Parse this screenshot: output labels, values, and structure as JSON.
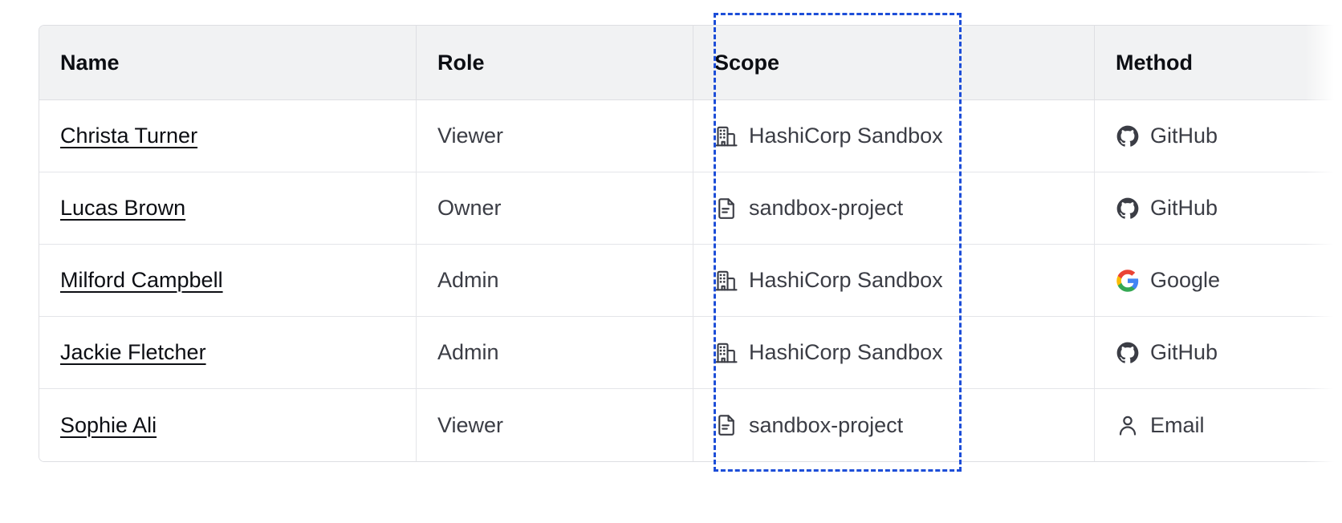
{
  "table": {
    "columns": [
      {
        "key": "name",
        "label": "Name"
      },
      {
        "key": "role",
        "label": "Role"
      },
      {
        "key": "scope",
        "label": "Scope"
      },
      {
        "key": "method",
        "label": "Method"
      }
    ],
    "rows": [
      {
        "name": "Christa Turner",
        "role": "Viewer",
        "scope": "HashiCorp Sandbox",
        "scope_icon": "organization-building-icon",
        "method": "GitHub",
        "method_icon": "github-icon"
      },
      {
        "name": "Lucas Brown",
        "role": "Owner",
        "scope": "sandbox-project",
        "scope_icon": "project-document-icon",
        "method": "GitHub",
        "method_icon": "github-icon"
      },
      {
        "name": "Milford Campbell",
        "role": "Admin",
        "scope": "HashiCorp Sandbox",
        "scope_icon": "organization-building-icon",
        "method": "Google",
        "method_icon": "google-icon"
      },
      {
        "name": "Jackie Fletcher",
        "role": "Admin",
        "scope": "HashiCorp Sandbox",
        "scope_icon": "organization-building-icon",
        "method": "GitHub",
        "method_icon": "github-icon"
      },
      {
        "name": "Sophie Ali",
        "role": "Viewer",
        "scope": "sandbox-project",
        "scope_icon": "project-document-icon",
        "method": "Email",
        "method_icon": "user-person-icon"
      }
    ]
  },
  "selection": {
    "target_column": "Scope",
    "outline_color": "#1d4ed8",
    "style": "dashed"
  },
  "colors": {
    "header_background": "#f1f2f3",
    "row_background": "#ffffff",
    "border": "#dedfe3",
    "row_border": "#e4e5e9",
    "heading_text": "#0c0e13",
    "body_text": "#3b3d45",
    "link_text": "#0c0e13",
    "icon": "#3b3d45",
    "selection_blue": "#1d4ed8",
    "google_blue": "#4285f4",
    "google_red": "#ea4335",
    "google_yellow": "#fbbc05",
    "google_green": "#34a853"
  }
}
